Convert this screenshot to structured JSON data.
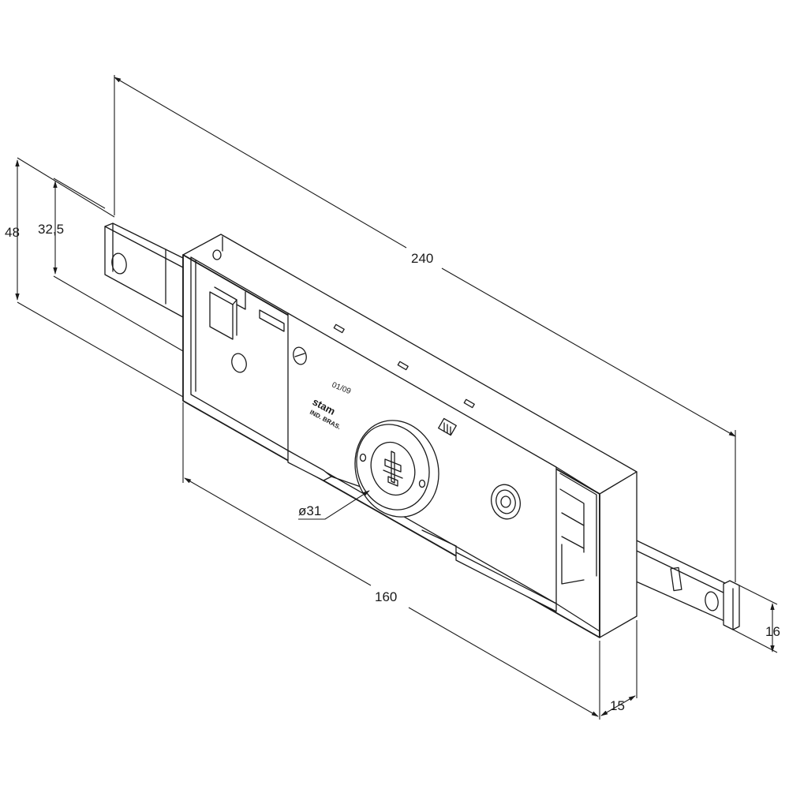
{
  "dimensions": {
    "overall_length": "240",
    "body_length": "160",
    "height": "48",
    "bolt_offset": "32,5",
    "cylinder_diameter": "ø31",
    "body_depth": "15",
    "bolt_height": "16"
  },
  "markings": {
    "date_code": "01/09",
    "brand": "stam",
    "origin": "IND. BRAS."
  }
}
